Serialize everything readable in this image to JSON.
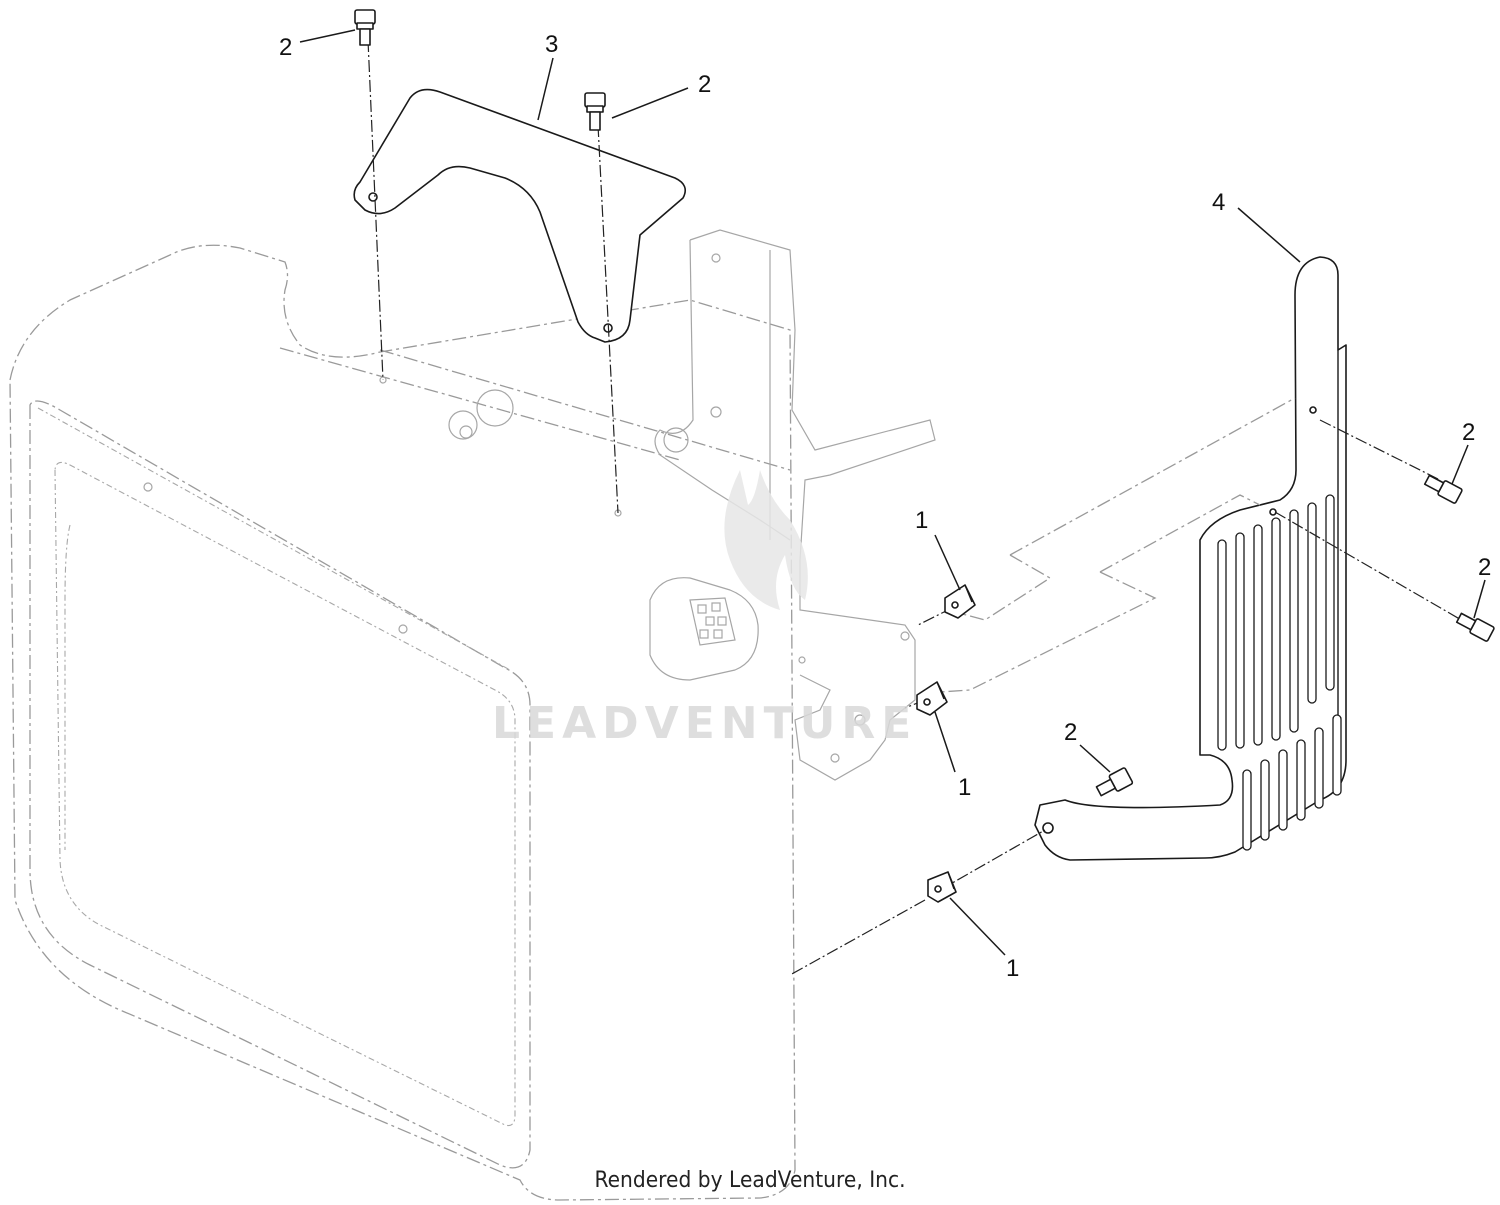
{
  "diagram": {
    "callouts": {
      "c1a": "1",
      "c1b": "1",
      "c1c": "1",
      "c2a": "2",
      "c2b": "2",
      "c2c": "2",
      "c2d": "2",
      "c2e": "2",
      "c3": "3",
      "c4": "4"
    },
    "watermark": "LEADVENTURE",
    "credit": "Rendered by LeadVenture, Inc."
  },
  "colors": {
    "line": "#1a1a1a",
    "ghost_line": "#9a9a9a",
    "watermark": "#d9d9d9",
    "background": "#ffffff"
  }
}
